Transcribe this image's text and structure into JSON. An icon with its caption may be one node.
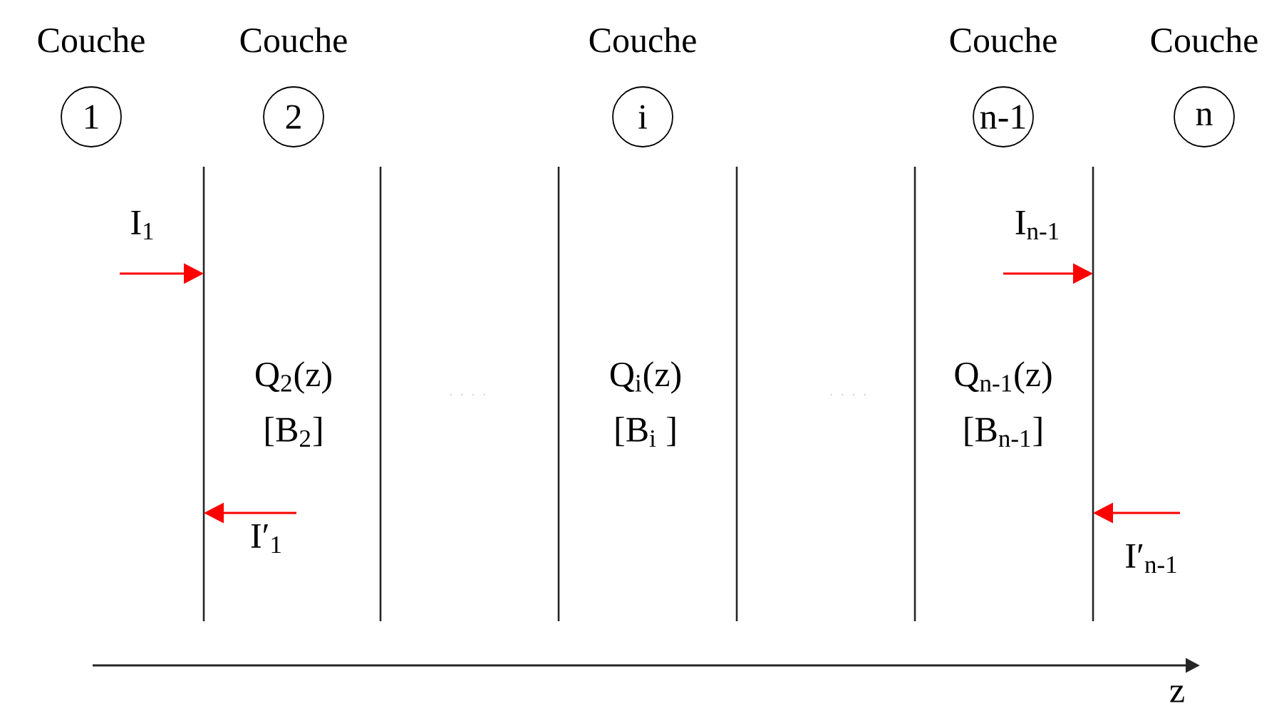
{
  "diagram": {
    "nodes": [
      {
        "text": [
          "Couche",
          "1"
        ]
      },
      {
        "text": [
          "Couche",
          "2"
        ]
      },
      {
        "text": [
          "Couche",
          "i"
        ]
      },
      {
        "text": [
          "Couche",
          "n-1"
        ]
      },
      {
        "text": [
          "Couche",
          "n"
        ]
      }
    ],
    "labels": [
      "I$_{1}$",
      "Q$_{2}$(z)",
      "[B$_{2}$]",
      "I′$_{1}$",
      "Q$_{i}$(z)",
      "[B$_{i}$ ]",
      "I$_{n-1}$",
      "Q$_{n-1}$(z)",
      "[B$_{n-1}$]",
      "I′$_{n-1}$",
      "z"
    ]
  }
}
